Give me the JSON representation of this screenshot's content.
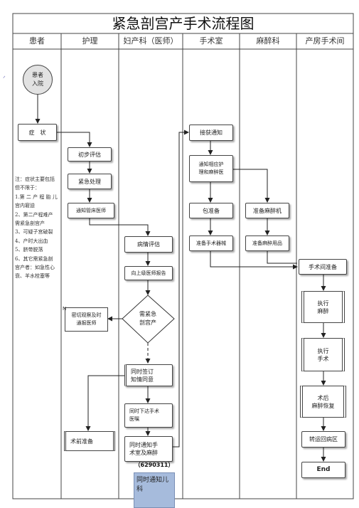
{
  "title": "紧急剖宫产手术流程图",
  "lanes": [
    "患者",
    "护理",
    "妇产科（医师）",
    "手术室",
    "麻醉科",
    "产房手术间"
  ],
  "patient": {
    "start": "患者\n入院",
    "symptom": "症　状",
    "note_lines": [
      "注：症状主要包括",
      "但不限于：",
      "1.第 二 产 程 胎 儿",
      "宫内窘迫",
      "2、第二产程难产",
      "需紧急剖宫产",
      "3、可疑子宫破裂",
      "4、产时大出血",
      "5、脐带脱落",
      "6、其它需紧急剖",
      "宫产者：如急性心",
      "衰、羊水栓塞等"
    ],
    "mark": "ᐟ"
  },
  "nursing": {
    "initial_assessment": "初步评估",
    "emergency_handling": "紧急处理",
    "notify_doctor": "通知管床医师",
    "observe_report": "密切观察及时\n通报医师",
    "n_mark": "N",
    "preop": "术前准备"
  },
  "obstetrics": {
    "condition_assessment": "病情评估",
    "report_superior": "向上级医师报告",
    "decision": "需紧急\n剖宫产",
    "consent": "同时签订\n知情同意",
    "order": "同时下达手术\n医嘱",
    "notify_or": "同时通知手\n术室及麻醉",
    "phone": "（6290311）",
    "notify_peds": "同时通知儿\n科"
  },
  "or_room": {
    "receive": "接获通知",
    "notify_nurse": "通知相应护\n理和麻醉医",
    "wrap": "包准备",
    "instruments": "准备手术器械"
  },
  "anesthesia": {
    "machine": "准备麻醉机",
    "supplies": "准备麻醉用品"
  },
  "delivery_room": {
    "ready": "手术间准备",
    "anesthetize": "执行\n麻醉",
    "surgery": "执行\n手术",
    "recovery": "术后\n麻醉恢复",
    "transfer": "转运回病区",
    "end": "End"
  }
}
